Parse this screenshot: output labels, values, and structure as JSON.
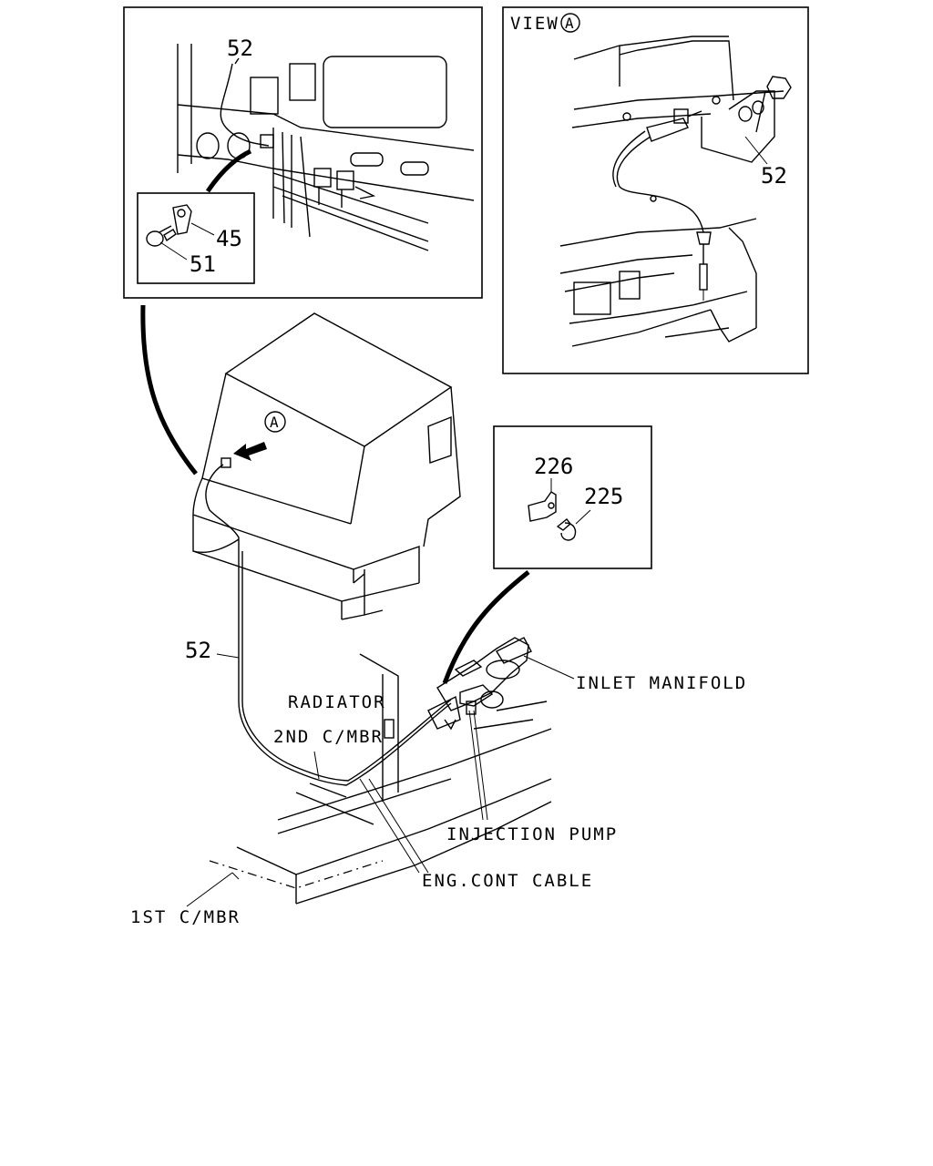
{
  "labels": {
    "inset_top_left_part": "52",
    "clip": "45",
    "bolt_clip": "51",
    "view_title": "VIEW",
    "view_marker": "A",
    "view_part": "52",
    "bracket": "226",
    "bolt_bracket": "225",
    "cab_marker": "A",
    "cable_part": "52",
    "inlet_manifold": "INLET MANIFOLD",
    "radiator": "RADIATOR",
    "second_crossmember": "2ND C/MBR",
    "injection_pump": "INJECTION PUMP",
    "eng_cont_cable": "ENG.CONT CABLE",
    "first_crossmember": "1ST C/MBR"
  },
  "icons": {
    "view_marker": "circled-letter",
    "cab_marker": "circled-letter",
    "direction_arrow": "solid-arrow-left"
  }
}
